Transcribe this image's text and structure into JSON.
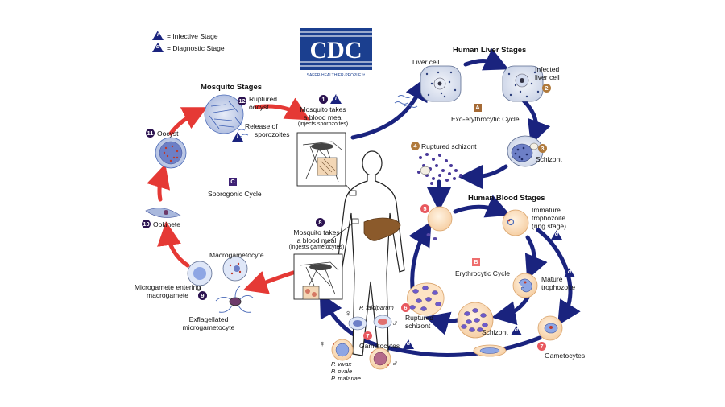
{
  "legend": {
    "infective_symbol": "i",
    "infective_text": "= Infective Stage",
    "diagnostic_symbol": "d",
    "diagnostic_text": "= Diagnostic Stage"
  },
  "logo": {
    "text": "CDC",
    "tagline": "SAFER·HEALTHIER·PEOPLE™"
  },
  "headings": {
    "mosquito": "Mosquito Stages",
    "liver": "Human Liver Stages",
    "blood": "Human Blood Stages"
  },
  "cycles": {
    "A": {
      "letter": "A",
      "name": "Exo-erythrocytic Cycle"
    },
    "B": {
      "letter": "B",
      "name": "Erythrocytic Cycle"
    },
    "C": {
      "letter": "C",
      "name": "Sporogonic Cycle"
    }
  },
  "steps": {
    "s1": {
      "num": "1",
      "line1": "Mosquito takes",
      "line2": "a blood meal",
      "line3": "(injects sporozoites)"
    },
    "s2": {
      "num": "2",
      "line1": "Infected",
      "line2": "liver cell"
    },
    "s3": {
      "num": "3",
      "label": "Schizont"
    },
    "s4": {
      "num": "4",
      "label": "Ruptured schizont"
    },
    "s5": {
      "num": "5"
    },
    "s6": {
      "num": "6",
      "line1": "Ruptured",
      "line2": "schizont"
    },
    "s7a": {
      "num": "7",
      "label": "Gametocytes"
    },
    "s7b": {
      "num": "7",
      "label": "Gametocytes"
    },
    "s8": {
      "num": "8",
      "line1": "Mosquito takes",
      "line2": "a blood meal",
      "line3": "(ingests gametocytes)"
    },
    "s9": {
      "num": "9",
      "line1": "Microgamete entering",
      "line2": "macrogamete"
    },
    "s10": {
      "num": "10",
      "label": "Ookinete"
    },
    "s11": {
      "num": "11",
      "label": "Oocyst"
    },
    "s12": {
      "num": "12",
      "line1": "Ruptured",
      "line2": "oocyst"
    }
  },
  "labels": {
    "liver_cell": "Liver cell",
    "release1": "Release of",
    "release2": "sporozoites",
    "immature1": "Immature",
    "immature2": "trophozoite",
    "immature3": "(ring stage)",
    "mature1": "Mature",
    "mature2": "trophozoite",
    "schizont_blood": "Schizont",
    "macrogametocyte": "Macrogametocyte",
    "exflag1": "Exflagellated",
    "exflag2": "microgametocyte",
    "p_falciparum": "P. falciparum",
    "p_vivax": "P. vivax",
    "p_ovale": "P. ovale",
    "p_malariae": "P. malariae",
    "female": "♀",
    "male": "♂"
  },
  "colors": {
    "arrow_blue": "#1a237e",
    "arrow_red": "#e53935",
    "cdc_blue": "#1b3f8f",
    "rbc": "#fde3c4",
    "parasite": "#3b2b8f"
  }
}
